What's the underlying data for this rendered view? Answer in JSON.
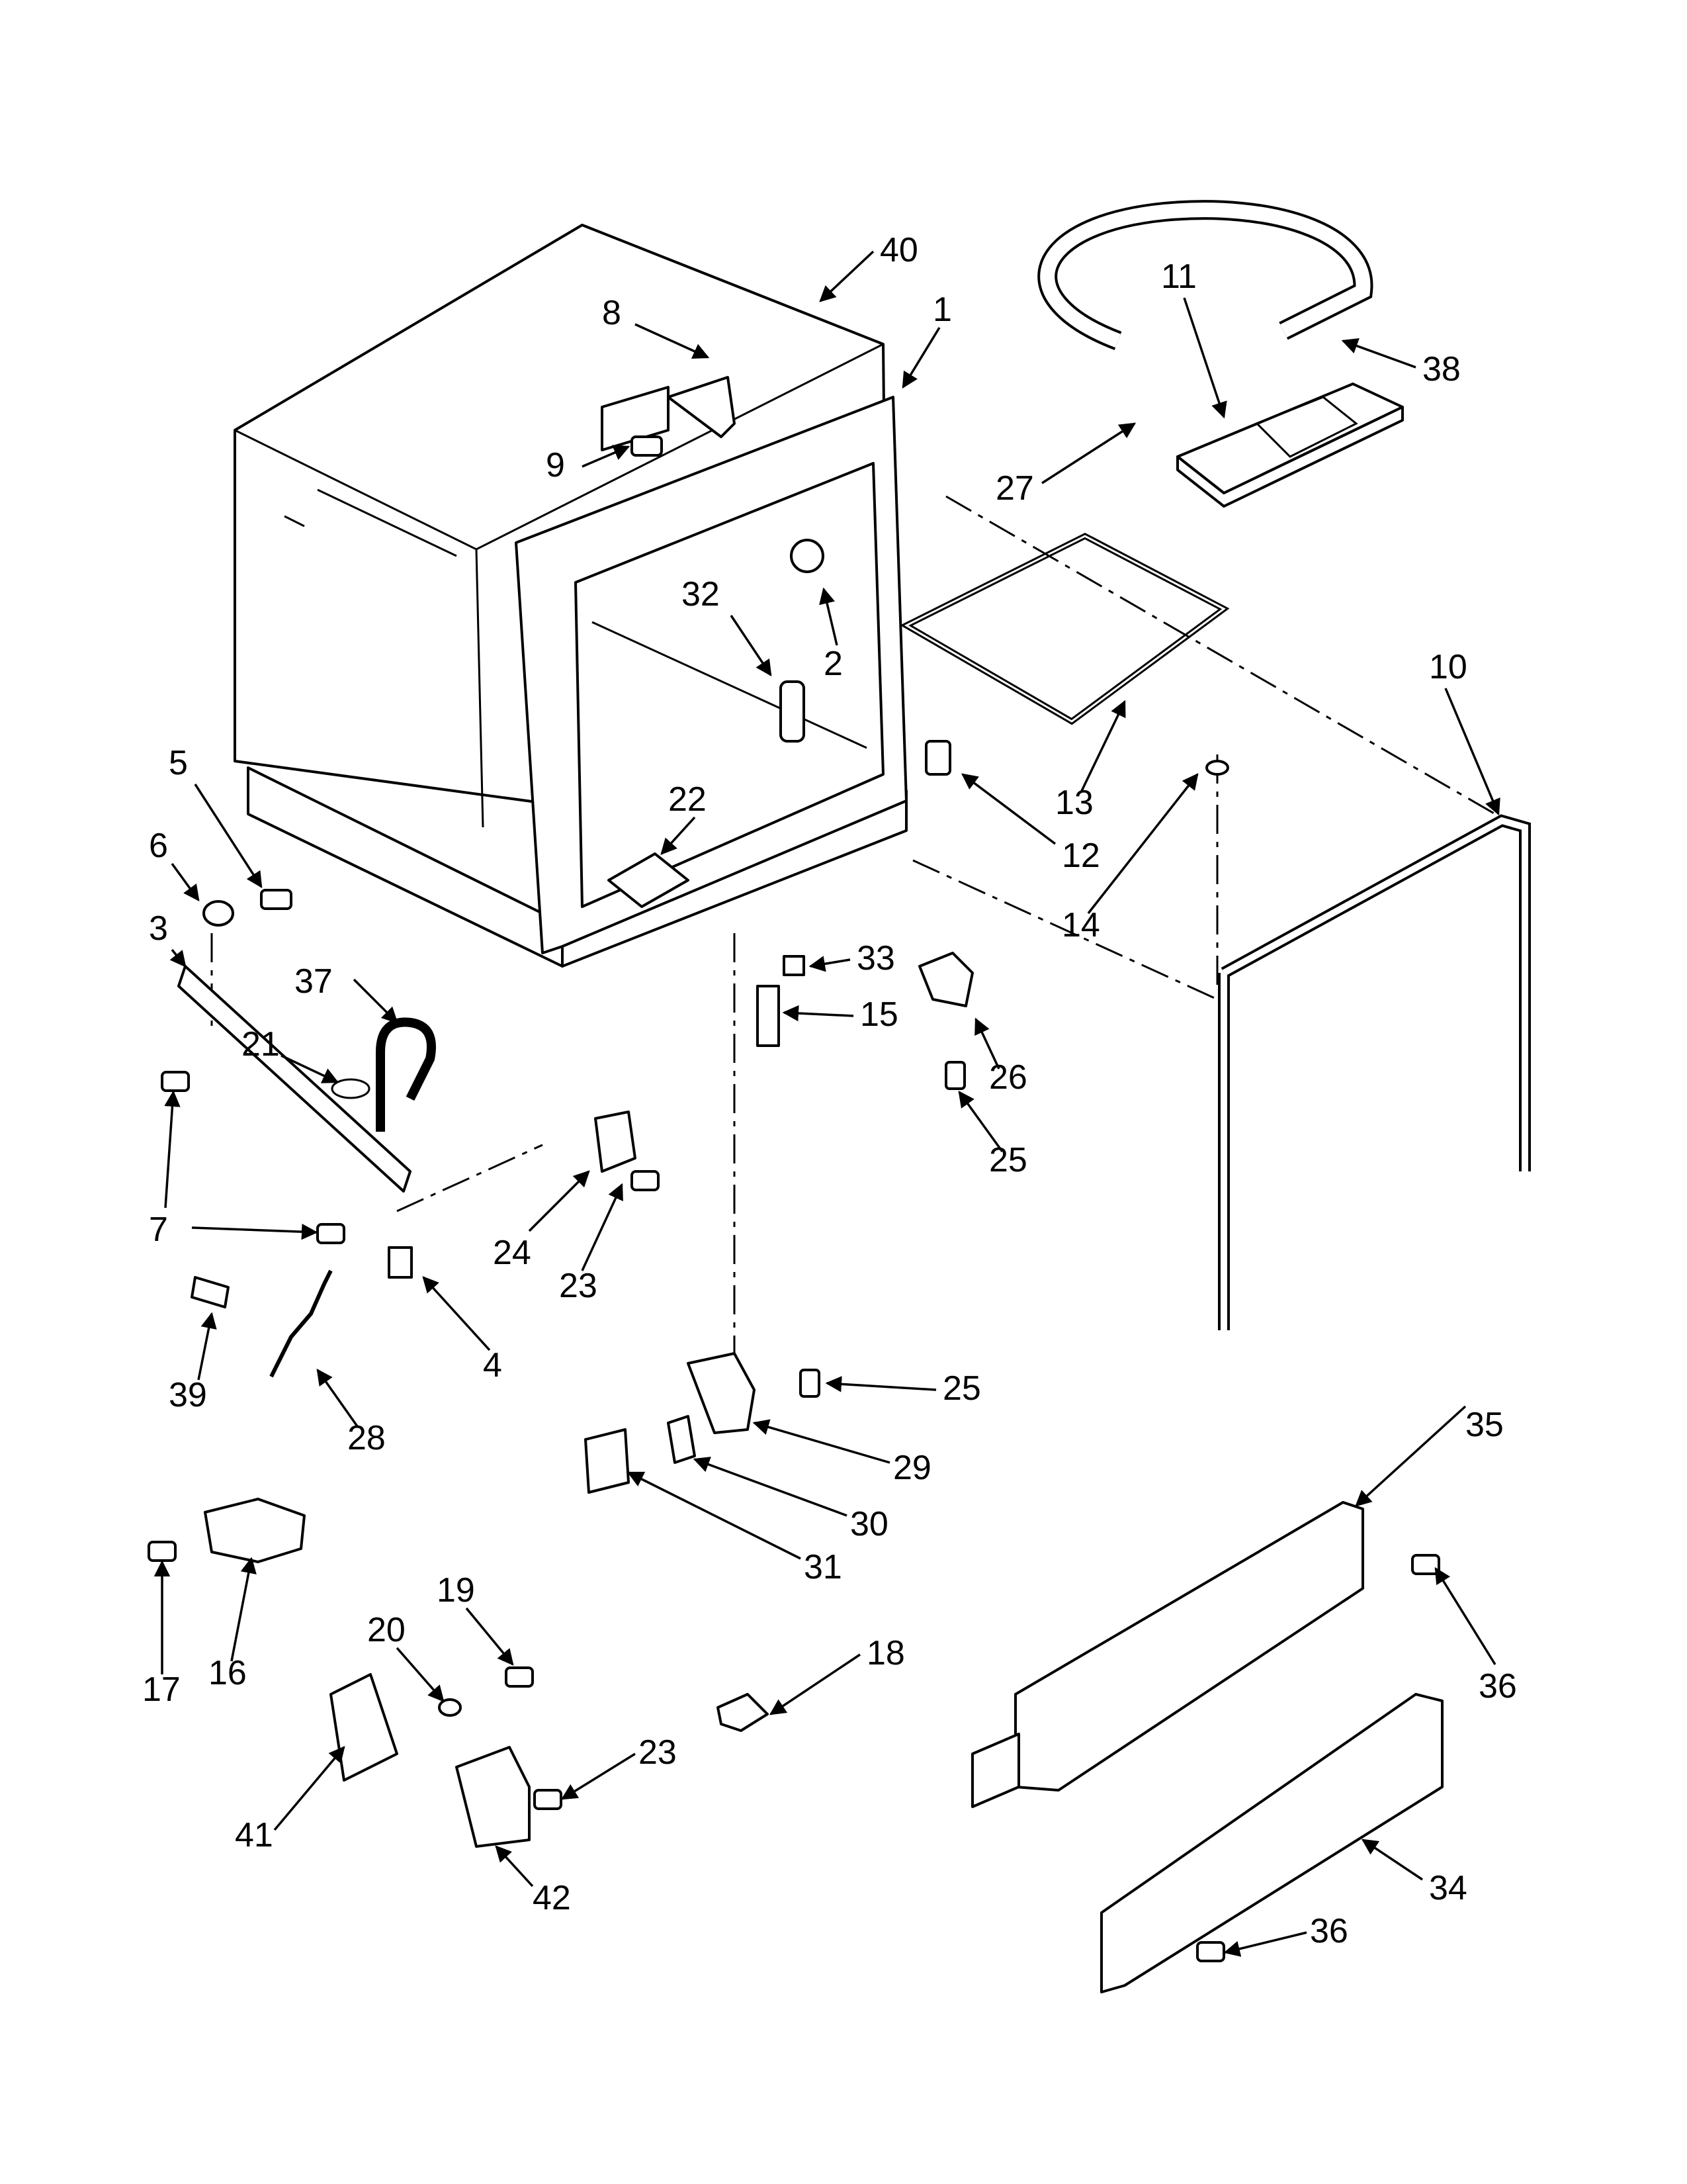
{
  "diagram": {
    "kind": "exploded-parts-view",
    "callouts": [
      "40",
      "1",
      "8",
      "9",
      "11",
      "38",
      "27",
      "32",
      "2",
      "10",
      "5",
      "6",
      "3",
      "22",
      "13",
      "12",
      "14",
      "37",
      "21",
      "33",
      "15",
      "26",
      "25",
      "7",
      "24",
      "23",
      "4",
      "39",
      "28",
      "35",
      "29",
      "30",
      "31",
      "36",
      "17",
      "16",
      "19",
      "20",
      "18",
      "41",
      "42",
      "34"
    ]
  },
  "colors": {
    "line": "#000000",
    "background": "#ffffff"
  }
}
